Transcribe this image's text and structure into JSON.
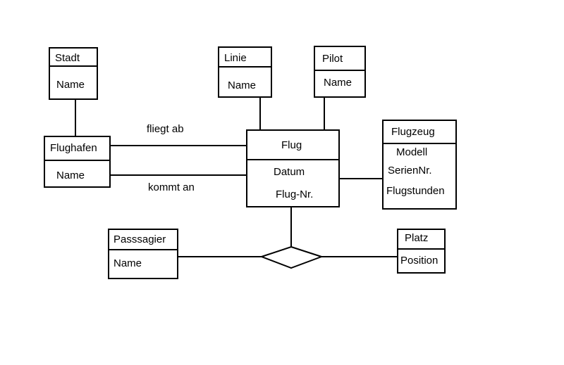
{
  "diagram": {
    "type": "entity-relationship",
    "entities": {
      "stadt": {
        "title": "Stadt",
        "attributes": [
          "Name"
        ]
      },
      "linie": {
        "title": "Linie",
        "attributes": [
          "Name"
        ]
      },
      "pilot": {
        "title": "Pilot",
        "attributes": [
          "Name"
        ]
      },
      "flughafen": {
        "title": "Flughafen",
        "attributes": [
          "Name"
        ]
      },
      "flug": {
        "title": "Flug",
        "attributes": [
          "Datum",
          "Flug-Nr."
        ]
      },
      "flugzeug": {
        "title": "Flugzeug",
        "attributes": [
          "Modell",
          "SerienNr.",
          "Flugstunden"
        ]
      },
      "passagier": {
        "title": "Passsagier",
        "attributes": [
          "Name"
        ]
      },
      "platz": {
        "title": "Platz",
        "attributes": [
          "Position"
        ]
      }
    },
    "relationships": {
      "fliegt_ab": "fliegt ab",
      "kommt_an": "kommt an"
    },
    "connections": [
      [
        "Stadt",
        "Flughafen"
      ],
      [
        "Flughafen",
        "Flug",
        "fliegt ab"
      ],
      [
        "Flughafen",
        "Flug",
        "kommt an"
      ],
      [
        "Linie",
        "Flug"
      ],
      [
        "Pilot",
        "Flug"
      ],
      [
        "Flug",
        "Flugzeug"
      ],
      [
        "Flug",
        "diamond"
      ],
      [
        "Passsagier",
        "diamond"
      ],
      [
        "diamond",
        "Platz"
      ]
    ]
  }
}
